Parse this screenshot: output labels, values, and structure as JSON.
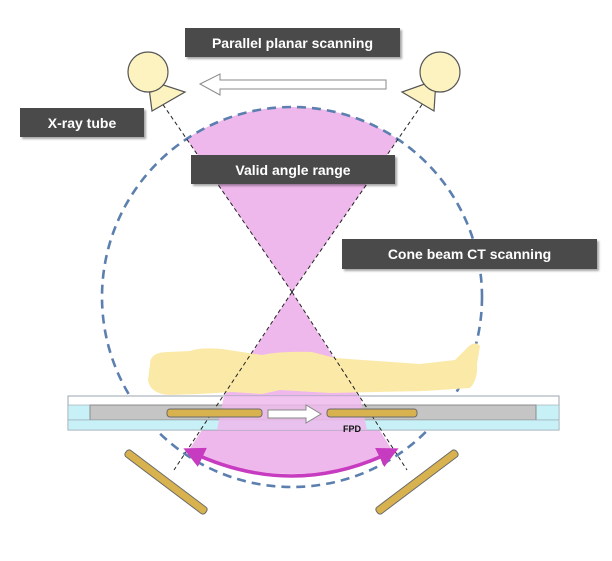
{
  "labels": {
    "parallel_planar_scanning": "Parallel planar scanning",
    "xray_tube": "X-ray tube",
    "valid_angle_range": "Valid angle range",
    "cone_beam_ct_scanning": "Cone beam CT scanning",
    "fpd": "FPD"
  },
  "colors": {
    "label_background": "#4a4a4a",
    "label_text": "#ffffff",
    "beam_fill": "#efb8ec",
    "orbit_dash": "#5b7fae",
    "tube_fill": "#fdf3c1",
    "tube_stroke": "#555555",
    "detector_fill": "#d8b24e",
    "table_inner": "#c5c5c5",
    "table_rail": "#c8f1f7",
    "patient_fill": "#fbe9a8",
    "angle_arrow": "#c63bc0"
  },
  "icons": {
    "xray_tube_left": "xray-tube-icon",
    "xray_tube_right": "xray-tube-icon",
    "scan_direction": "left-arrow-icon",
    "detector_motion": "right-arrow-icon"
  }
}
